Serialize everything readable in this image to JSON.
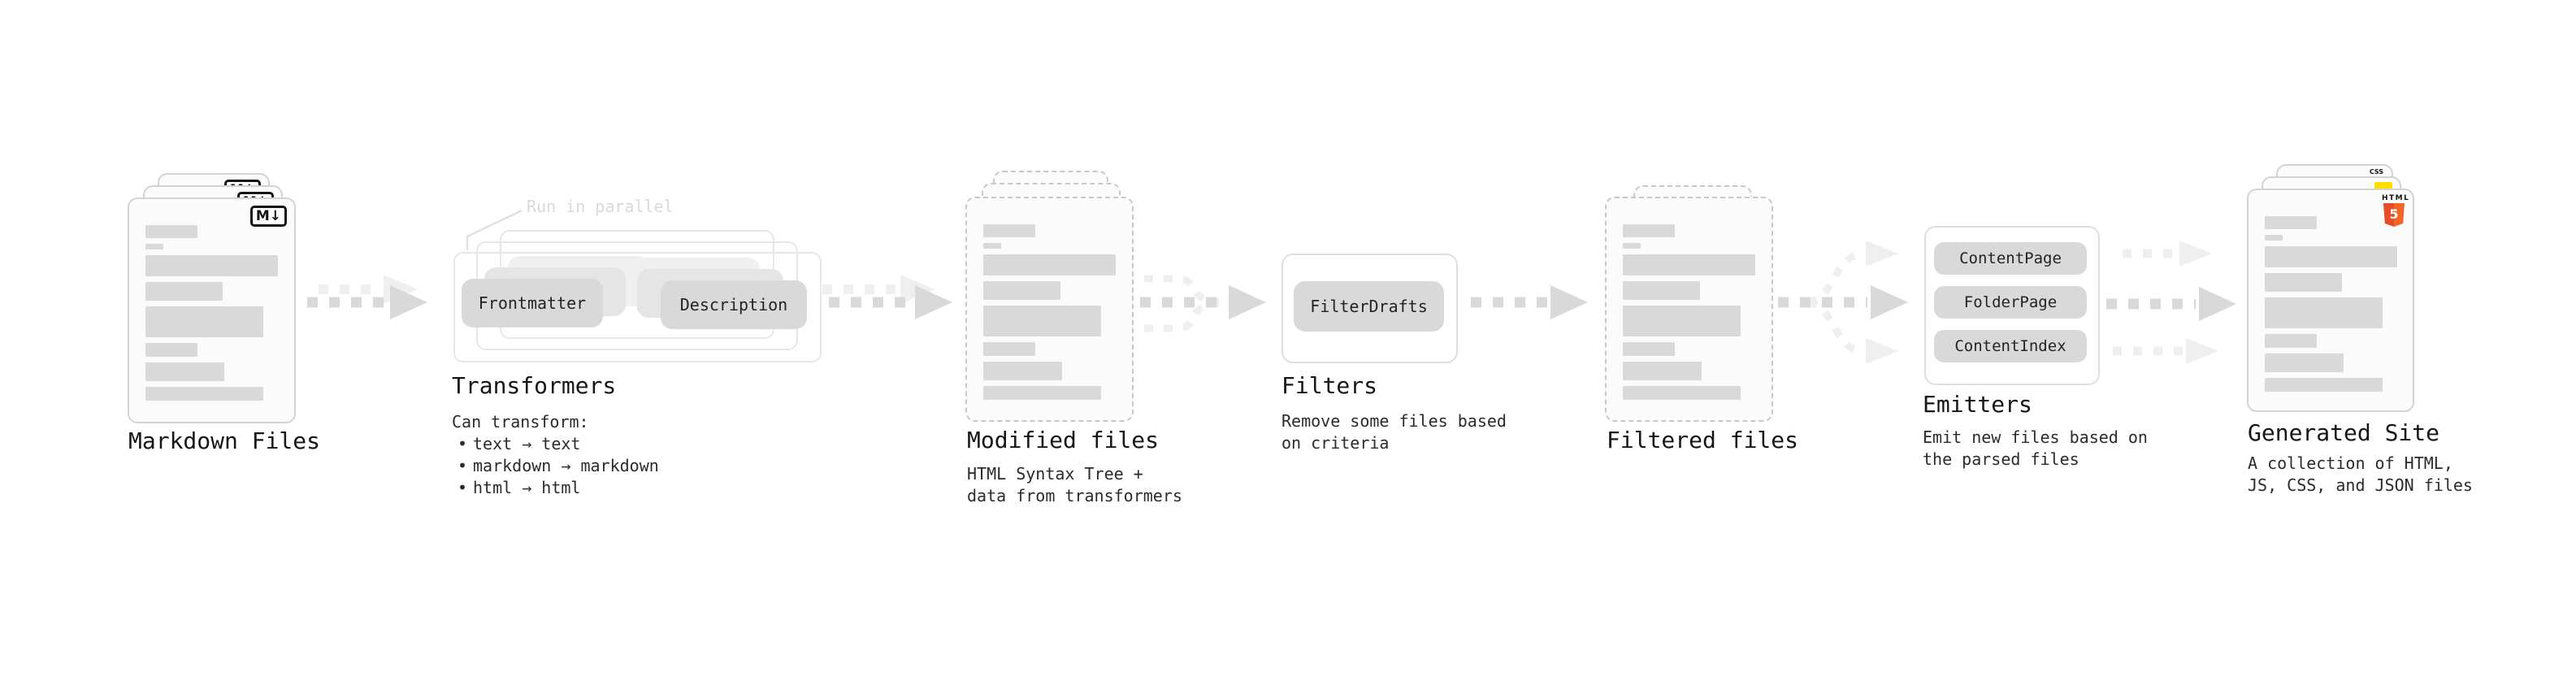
{
  "colors": {
    "bg": "#ffffff",
    "bar": "#d9d9d9",
    "doc_bg": "#fbfbfb",
    "doc_border": "#d3d3d3",
    "doc_dash": "#c8c8c8",
    "box_border": "#dedede",
    "stack_border": "#e7e7e7",
    "node_bg": "#d9d9d9",
    "ghost1": "#e5e5e5",
    "ghost2": "#f0f0f0",
    "arrow_dark": "#d9d9d9",
    "arrow_light": "#efefef",
    "heading": "#161616",
    "body": "#2b2b2b",
    "note": "#d9d9d9",
    "badge_ink": "#141414",
    "html5": "#e44d26",
    "js": "#ffdf00",
    "css3": "#2965f1"
  },
  "stages": {
    "markdown_files": {
      "label": "Markdown Files",
      "badge": "M↓"
    },
    "transformers": {
      "label": "Transformers",
      "note": "Run in parallel",
      "node_a": "Frontmatter",
      "node_b": "Description",
      "desc_title": "Can transform:",
      "bullet_char": "•",
      "bullets": [
        "text → text",
        "markdown → markdown",
        "html → html"
      ]
    },
    "modified_files": {
      "label": "Modified files",
      "desc_line1": "HTML Syntax Tree +",
      "desc_line2": "data from transformers"
    },
    "filters": {
      "label": "Filters",
      "node": "FilterDrafts",
      "desc_line1": "Remove some files based",
      "desc_line2": "on criteria"
    },
    "filtered_files": {
      "label": "Filtered files"
    },
    "emitters": {
      "label": "Emitters",
      "nodes": [
        "ContentPage",
        "FolderPage",
        "ContentIndex"
      ],
      "desc_line1": "Emit new files based on",
      "desc_line2": "the parsed files"
    },
    "generated_site": {
      "label": "Generated Site",
      "badge_css": "CSS",
      "badge_html_label": "HTML",
      "badge_html_number": "5",
      "desc_line1": "A collection of HTML,",
      "desc_line2": "JS, CSS, and JSON files"
    }
  }
}
